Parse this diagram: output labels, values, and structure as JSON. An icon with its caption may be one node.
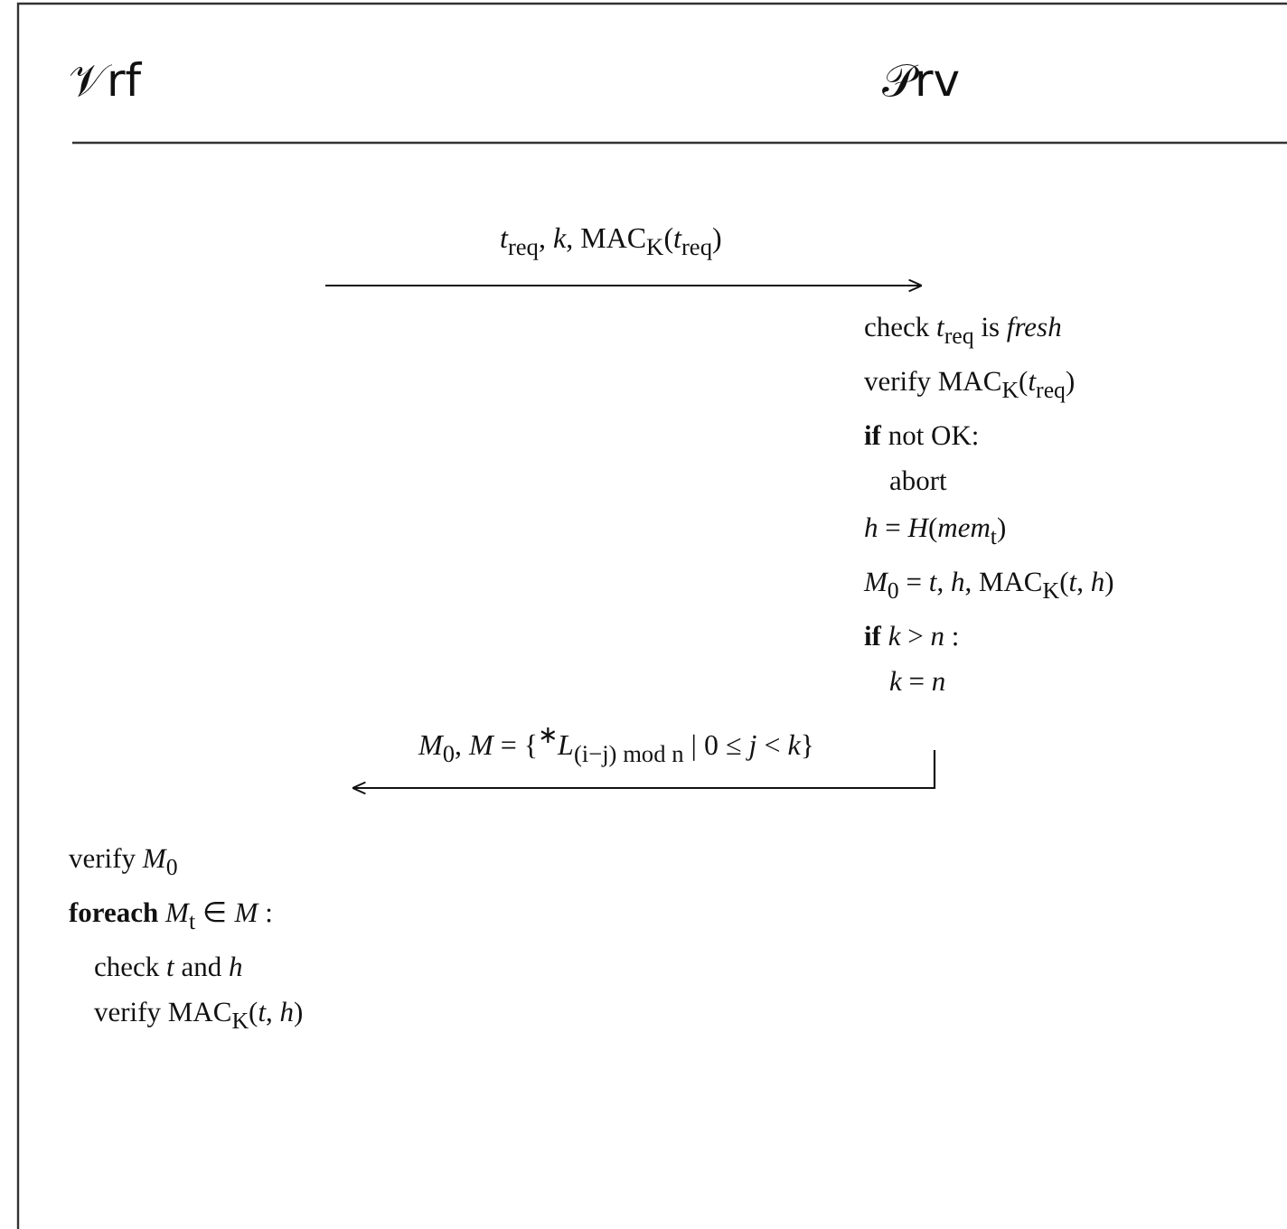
{
  "diagram": {
    "nodes": [
      {
        "text": [
          "𝒱rf"
        ]
      },
      {
        "text": [
          "𝒫rv"
        ]
      },
      {
        "text": [
          "check *t*$_{req}$ is *fresh*",
          "verify MAC$_{K}$(*t*$_{req}$)",
          "**if**  not OK:",
          "abort",
          "*h* = *H*(*mem*$_{t}$)",
          "*M*$_{0}$ = *t*, *h*, MAC$_{K}$(*t*, *h*)",
          "**if** *k* > *n* :",
          "*k* = *n*"
        ]
      },
      {
        "text": [
          "verify *M*$_{0}$",
          "**foreach** *M*$_{t}$ ∈ *M* :",
          "check *t* and *h*",
          "verify MAC$_{K}$(*t*, *h*)"
        ]
      }
    ],
    "edges": [
      {
        "from": null,
        "to": 2,
        "arrow": "to",
        "label": "*t*$_{req}$, *k*, MAC$_{K}$(*t*$_{req}$)"
      },
      {
        "from": 2,
        "to": 3,
        "arrow": "to",
        "label": "*M*$_{0}$, *M* = {$^{∗}$*L*$_{(i−j) mod n}$ | 0 ≤ *j* < *k*}"
      }
    ]
  }
}
